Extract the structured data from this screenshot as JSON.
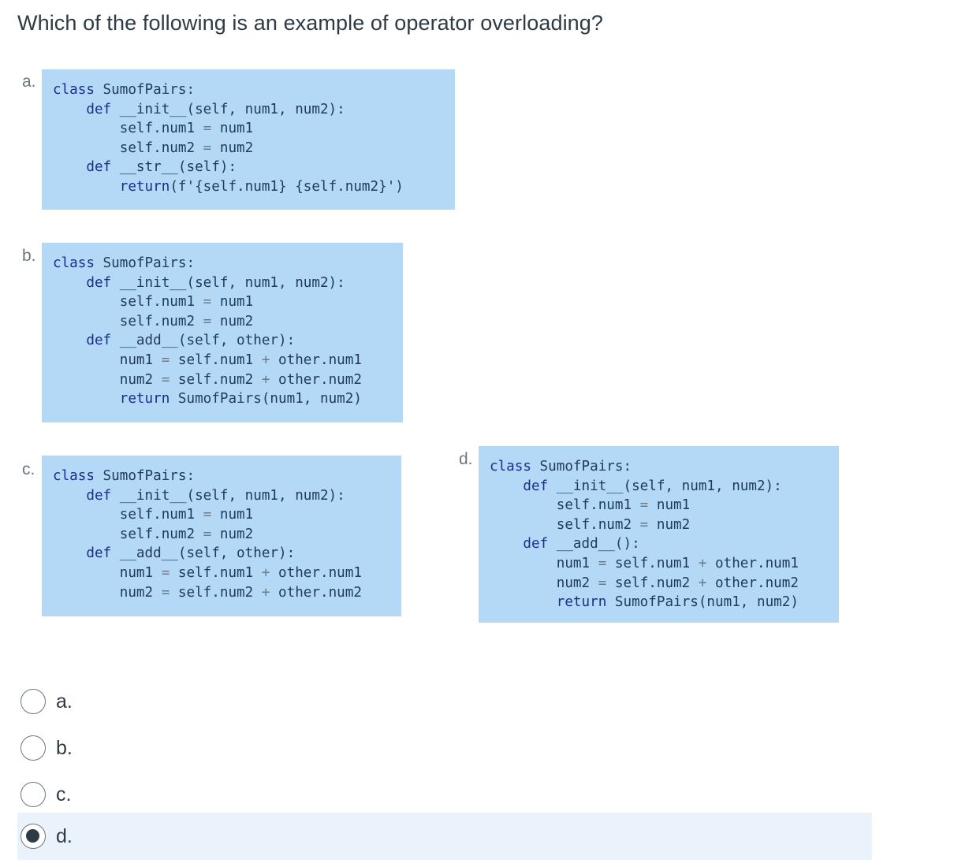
{
  "question": "Which of the following is an example of operator overloading?",
  "options": [
    {
      "letter": "a.",
      "lines": [
        "class SumofPairs:",
        "    def __init__(self, num1, num2):",
        "        self.num1 = num1",
        "        self.num2 = num2",
        "    def __str__(self):",
        "        return(f'{self.num1} {self.num2}')"
      ]
    },
    {
      "letter": "b.",
      "lines": [
        "class SumofPairs:",
        "    def __init__(self, num1, num2):",
        "        self.num1 = num1",
        "        self.num2 = num2",
        "    def __add__(self, other):",
        "        num1 = self.num1 + other.num1",
        "        num2 = self.num2 + other.num2",
        "        return SumofPairs(num1, num2)"
      ]
    },
    {
      "letter": "c.",
      "lines": [
        "class SumofPairs:",
        "    def __init__(self, num1, num2):",
        "        self.num1 = num1",
        "        self.num2 = num2",
        "    def __add__(self, other):",
        "        num1 = self.num1 + other.num1",
        "        num2 = self.num2 + other.num2"
      ]
    },
    {
      "letter": "d.",
      "lines": [
        "class SumofPairs:",
        "    def __init__(self, num1, num2):",
        "        self.num1 = num1",
        "        self.num2 = num2",
        "    def __add__():",
        "        num1 = self.num1 + other.num1",
        "        num2 = self.num2 + other.num2",
        "        return SumofPairs(num1, num2)"
      ]
    }
  ],
  "answer_choices": [
    {
      "label": "a.",
      "selected": false
    },
    {
      "label": "b.",
      "selected": false
    },
    {
      "label": "c.",
      "selected": false
    },
    {
      "label": "d.",
      "selected": true
    }
  ],
  "colors": {
    "code_background": "#b3d9f7",
    "selected_row_background": "#eaf3fc",
    "text": "#2d3b45",
    "keyword": "#1d2d8c"
  }
}
